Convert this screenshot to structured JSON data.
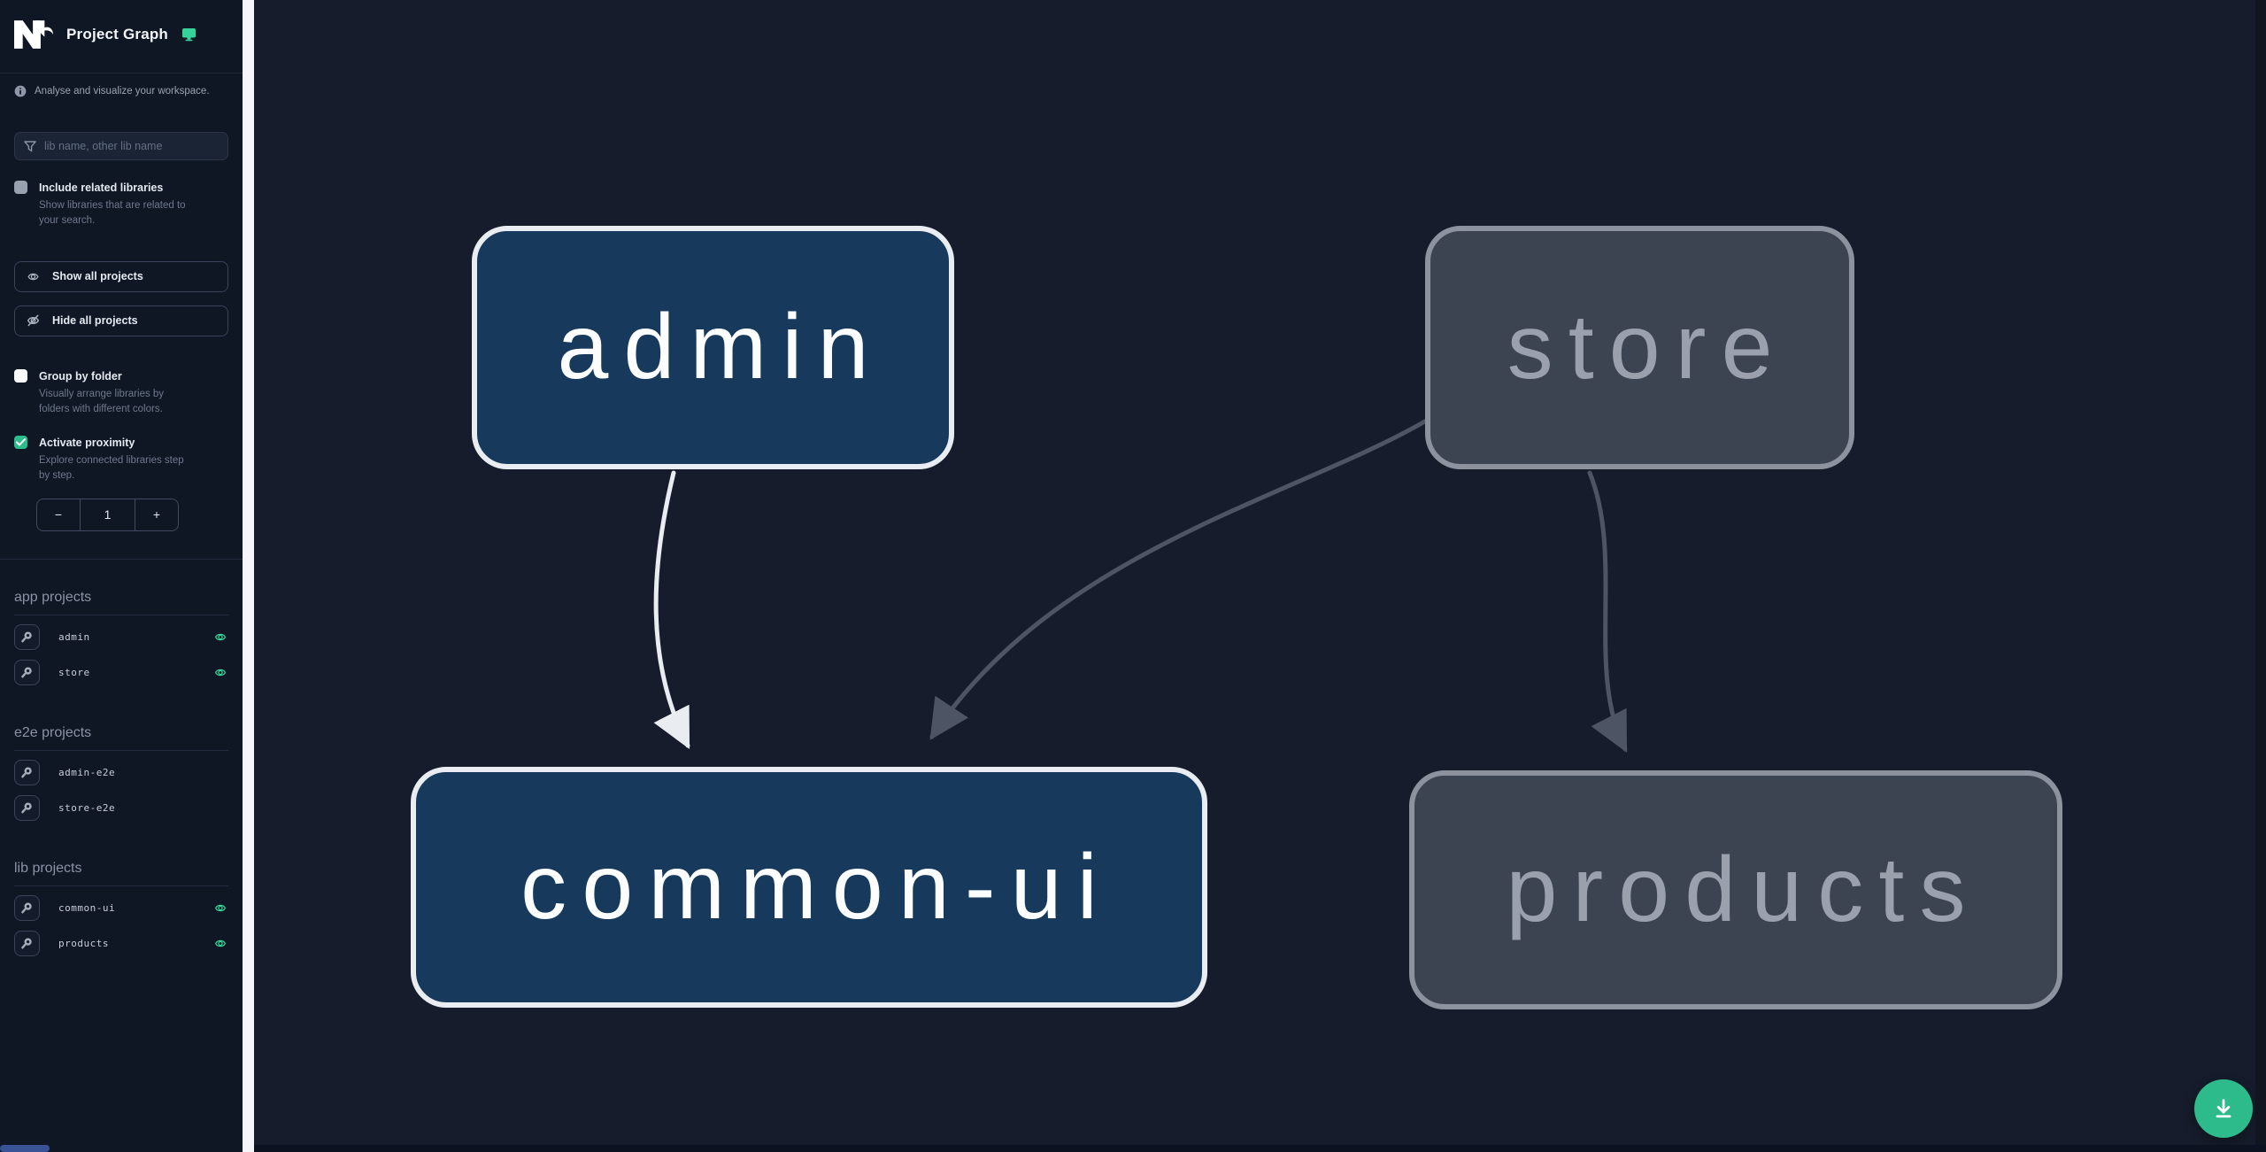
{
  "header": {
    "title": "Project Graph"
  },
  "info_bar": {
    "text": "Analyse and visualize your workspace."
  },
  "search": {
    "placeholder": "lib name, other lib name"
  },
  "options": {
    "include_related": {
      "label": "Include related libraries",
      "description": "Show libraries that are related to\nyour search.",
      "checked": false
    },
    "group_by_folder": {
      "label": "Group by folder",
      "description": "Visually arrange libraries by\nfolders with different colors.",
      "checked": false
    },
    "activate_proximity": {
      "label": "Activate proximity",
      "description": "Explore connected libraries step\nby step.",
      "checked": true
    }
  },
  "actions": {
    "show_all": "Show all projects",
    "hide_all": "Hide all projects"
  },
  "proximity_stepper": {
    "decrement": "−",
    "value": "1",
    "increment": "+"
  },
  "sections": [
    {
      "heading": "app projects",
      "items": [
        {
          "name": "admin",
          "visible": true
        },
        {
          "name": "store",
          "visible": true
        }
      ]
    },
    {
      "heading": "e2e projects",
      "items": [
        {
          "name": "admin-e2e",
          "visible": false
        },
        {
          "name": "store-e2e",
          "visible": false
        }
      ]
    },
    {
      "heading": "lib projects",
      "items": [
        {
          "name": "common-ui",
          "visible": true
        },
        {
          "name": "products",
          "visible": true
        }
      ]
    }
  ],
  "graph": {
    "nodes": [
      {
        "id": "admin",
        "label": "admin",
        "state": "focused"
      },
      {
        "id": "store",
        "label": "store",
        "state": "faded"
      },
      {
        "id": "common-ui",
        "label": "common-ui",
        "state": "focused"
      },
      {
        "id": "products",
        "label": "products",
        "state": "faded"
      }
    ],
    "edges": [
      {
        "source": "admin",
        "target": "common-ui",
        "state": "highlighted"
      },
      {
        "source": "store",
        "target": "common-ui",
        "state": "faded"
      },
      {
        "source": "store",
        "target": "products",
        "state": "faded"
      }
    ]
  },
  "colors": {
    "accent_green": "#34d399",
    "fab_green": "#2ebb8b",
    "checkbox_green": "#2dbd8c",
    "node_focused_fill": "#17395c",
    "node_focused_border": "#e9edf2",
    "node_faded_fill": "#3c4351",
    "node_faded_border": "#8c929e",
    "edge_highlight": "#e9ecf1",
    "edge_faded": "#4d5464",
    "sidebar_bg": "#0f1624",
    "canvas_bg": "#161c2b"
  }
}
